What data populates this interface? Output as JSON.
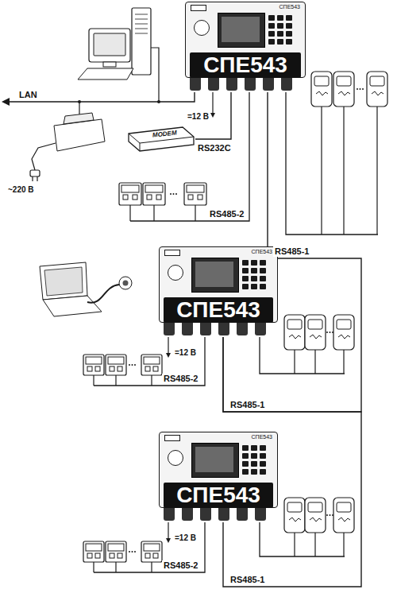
{
  "diagram": {
    "nodes": [
      {
        "text": [
          "СПЕ543",
          "СПЕ543"
        ]
      },
      {
        "text": [
          "MODEM"
        ]
      },
      {
        "text": [
          "СПЕ543",
          "СПЕ543"
        ]
      },
      {
        "text": [
          "СПЕ543",
          "СПЕ543"
        ]
      }
    ],
    "edges": [
      {
        "from": 1,
        "to": 0,
        "label": "RS232C",
        "arrow": "none"
      },
      {
        "from": 0,
        "to": 2,
        "arrow": "none"
      },
      {
        "from": 2,
        "to": 3,
        "arrow": "none"
      }
    ],
    "labels": [
      "LAN",
      "~220 В",
      "=12 В",
      "RS485-2",
      "RS485-1",
      "=12 В",
      "RS485-2",
      "RS485-1",
      "=12 В",
      "RS485-2",
      "RS485-1"
    ]
  }
}
